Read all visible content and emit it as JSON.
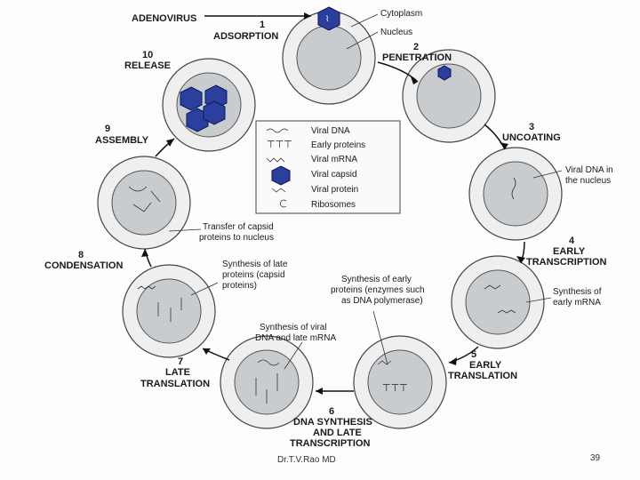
{
  "title": "ADENOVIRUS",
  "steps": [
    {
      "num": "1",
      "label": "ADSORPTION"
    },
    {
      "num": "2",
      "label": "PENETRATION"
    },
    {
      "num": "3",
      "label": "UNCOATING"
    },
    {
      "num": "4",
      "label_line1": "EARLY",
      "label_line2": "TRANSCRIPTION"
    },
    {
      "num": "5",
      "label_line1": "EARLY",
      "label_line2": "TRANSLATION"
    },
    {
      "num": "6",
      "label_line1": "DNA SYNTHESIS",
      "label_line2": "AND LATE",
      "label_line3": "TRANSCRIPTION"
    },
    {
      "num": "7",
      "label_line1": "LATE",
      "label_line2": "TRANSLATION"
    },
    {
      "num": "8",
      "label": "CONDENSATION"
    },
    {
      "num": "9",
      "label": "ASSEMBLY"
    },
    {
      "num": "10",
      "label": "RELEASE"
    }
  ],
  "annotations": {
    "cytoplasm": "Cytoplasm",
    "nucleus": "Nucleus",
    "viral_dna_nucleus_1": "Viral DNA in",
    "viral_dna_nucleus_2": "the nucleus",
    "synth_early_mrna_1": "Synthesis of",
    "synth_early_mrna_2": "early mRNA",
    "synth_early_proteins_1": "Synthesis of early",
    "synth_early_proteins_2": "proteins (enzymes such",
    "synth_early_proteins_3": "as DNA polymerase)",
    "synth_viral_dna_1": "Synthesis of viral",
    "synth_viral_dna_2": "DNA and late mRNA",
    "synth_late_proteins_1": "Synthesis of late",
    "synth_late_proteins_2": "proteins (capsid",
    "synth_late_proteins_3": "proteins)",
    "transfer_capsid_1": "Transfer of capsid",
    "transfer_capsid_2": "proteins to nucleus"
  },
  "legend": [
    {
      "label": "Viral DNA",
      "icon": "dna-icon"
    },
    {
      "label": "Early proteins",
      "icon": "early-protein-icon"
    },
    {
      "label": "Viral mRNA",
      "icon": "mrna-icon"
    },
    {
      "label": "Viral capsid",
      "icon": "capsid-icon"
    },
    {
      "label": "Viral protein",
      "icon": "viral-protein-icon"
    },
    {
      "label": "Ribosomes",
      "icon": "ribosome-icon"
    }
  ],
  "footer": {
    "author": "Dr.T.V.Rao MD",
    "page": "39"
  },
  "colors": {
    "capsid": "#2b3f9e",
    "cell_inner": "#c9cccf",
    "cell_outer": "#efefef"
  }
}
